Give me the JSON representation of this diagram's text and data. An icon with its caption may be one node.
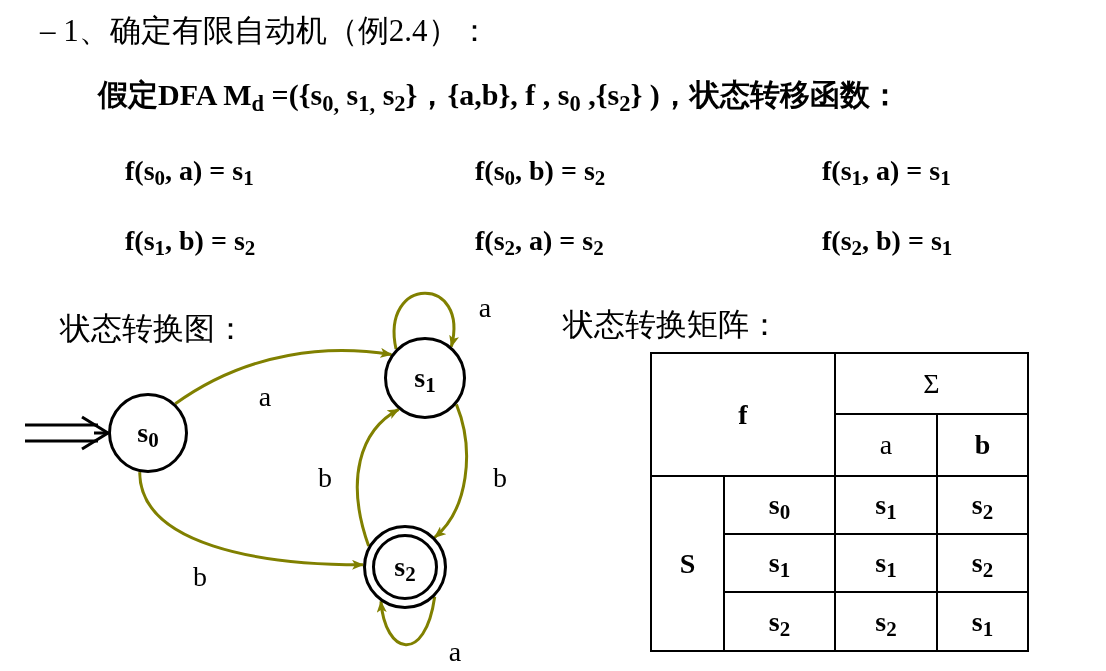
{
  "diagram": {
    "title": "– 1、确定有限自动机（例2.4）：",
    "nodes": [
      {
        "text": [
          "s$_{0}$"
        ]
      },
      {
        "text": [
          "s$_{1}$"
        ]
      },
      {
        "text": [
          "s$_{2}$"
        ]
      }
    ],
    "edges": [
      {
        "from": null,
        "to": 0,
        "arrow": "to",
        "color": "#000000"
      },
      {
        "from": 0,
        "to": 1,
        "arrow": "to",
        "label": "a"
      },
      {
        "from": 0,
        "to": 2,
        "arrow": "to",
        "label": "b"
      },
      {
        "from": 1,
        "to": 1,
        "arrow": "to",
        "label": "a"
      },
      {
        "from": 1,
        "to": 2,
        "arrow": "to",
        "label": "b"
      },
      {
        "from": 2,
        "to": 1,
        "arrow": "to",
        "label": "b"
      },
      {
        "from": 2,
        "to": 2,
        "arrow": "to",
        "label": "a"
      }
    ],
    "labels": [
      "假定DFA M$_{d}$ =({s$_{0,}$ s$_{1,}$ s$_{2}$}，{a,b}, f , s$_{0}$ ,{s$_{2}$} )，状态转移函数：",
      "f(s$_{0}$, a) = s$_{1}$",
      "f(s$_{0}$, b) = s$_{2}$",
      "f(s$_{1}$, a) = s$_{1}$",
      "f(s$_{1}$, b) = s$_{2}$",
      "f(s$_{2}$, a) = s$_{2}$",
      "f(s$_{2}$, b) = s$_{1}$",
      "状态转换图：",
      "状态转换矩阵：",
      "f",
      "Σ",
      "a",
      "b",
      "S",
      "s$_{0}$",
      "s$_{1}$",
      "s$_{2}$",
      "s$_{1}$",
      "s$_{1}$",
      "s$_{2}$",
      "s$_{2}$",
      "s$_{2}$",
      "s$_{1}$"
    ]
  }
}
